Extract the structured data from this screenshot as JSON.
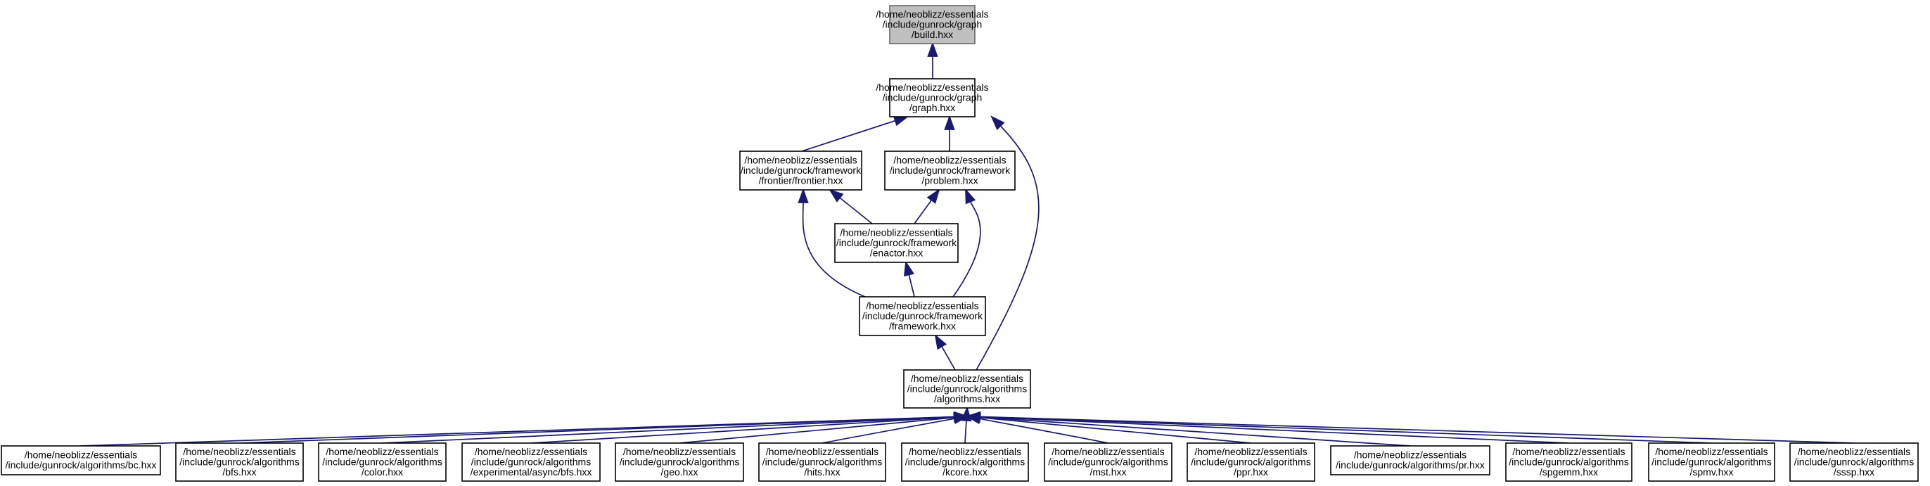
{
  "diagram": {
    "colors": {
      "edge": "#191970",
      "root_fill": "#bfbfbf",
      "node_fill": "#ffffff",
      "border": "#000000"
    },
    "nodes": [
      {
        "id": "build",
        "lines": [
          "/home/neoblizz/essentials",
          "/include/gunrock/graph",
          "/build.hxx"
        ],
        "highlight": true
      },
      {
        "id": "graph",
        "lines": [
          "/home/neoblizz/essentials",
          "/include/gunrock/graph",
          "/graph.hxx"
        ]
      },
      {
        "id": "frontier",
        "lines": [
          "/home/neoblizz/essentials",
          "/include/gunrock/framework",
          "/frontier/frontier.hxx"
        ]
      },
      {
        "id": "problem",
        "lines": [
          "/home/neoblizz/essentials",
          "/include/gunrock/framework",
          "/problem.hxx"
        ]
      },
      {
        "id": "enactor",
        "lines": [
          "/home/neoblizz/essentials",
          "/include/gunrock/framework",
          "/enactor.hxx"
        ]
      },
      {
        "id": "framework",
        "lines": [
          "/home/neoblizz/essentials",
          "/include/gunrock/framework",
          "/framework.hxx"
        ]
      },
      {
        "id": "algorithms",
        "lines": [
          "/home/neoblizz/essentials",
          "/include/gunrock/algorithms",
          "/algorithms.hxx"
        ]
      },
      {
        "id": "bc",
        "lines": [
          "/home/neoblizz/essentials",
          "/include/gunrock/algorithms/bc.hxx"
        ]
      },
      {
        "id": "bfs",
        "lines": [
          "/home/neoblizz/essentials",
          "/include/gunrock/algorithms",
          "/bfs.hxx"
        ]
      },
      {
        "id": "color",
        "lines": [
          "/home/neoblizz/essentials",
          "/include/gunrock/algorithms",
          "/color.hxx"
        ]
      },
      {
        "id": "async_bfs",
        "lines": [
          "/home/neoblizz/essentials",
          "/include/gunrock/algorithms",
          "/experimental/async/bfs.hxx"
        ]
      },
      {
        "id": "geo",
        "lines": [
          "/home/neoblizz/essentials",
          "/include/gunrock/algorithms",
          "/geo.hxx"
        ]
      },
      {
        "id": "hits",
        "lines": [
          "/home/neoblizz/essentials",
          "/include/gunrock/algorithms",
          "/hits.hxx"
        ]
      },
      {
        "id": "kcore",
        "lines": [
          "/home/neoblizz/essentials",
          "/include/gunrock/algorithms",
          "/kcore.hxx"
        ]
      },
      {
        "id": "mst",
        "lines": [
          "/home/neoblizz/essentials",
          "/include/gunrock/algorithms",
          "/mst.hxx"
        ]
      },
      {
        "id": "ppr",
        "lines": [
          "/home/neoblizz/essentials",
          "/include/gunrock/algorithms",
          "/ppr.hxx"
        ]
      },
      {
        "id": "pr",
        "lines": [
          "/home/neoblizz/essentials",
          "/include/gunrock/algorithms/pr.hxx"
        ]
      },
      {
        "id": "spgemm",
        "lines": [
          "/home/neoblizz/essentials",
          "/include/gunrock/algorithms",
          "/spgemm.hxx"
        ]
      },
      {
        "id": "spmv",
        "lines": [
          "/home/neoblizz/essentials",
          "/include/gunrock/algorithms",
          "/spmv.hxx"
        ]
      },
      {
        "id": "sssp",
        "lines": [
          "/home/neoblizz/essentials",
          "/include/gunrock/algorithms",
          "/sssp.hxx"
        ]
      }
    ],
    "edges": [
      {
        "from": "graph",
        "to": "build"
      },
      {
        "from": "frontier",
        "to": "graph"
      },
      {
        "from": "problem",
        "to": "graph"
      },
      {
        "from": "algorithms",
        "to": "graph"
      },
      {
        "from": "enactor",
        "to": "frontier"
      },
      {
        "from": "framework",
        "to": "frontier"
      },
      {
        "from": "enactor",
        "to": "problem"
      },
      {
        "from": "framework",
        "to": "problem"
      },
      {
        "from": "framework",
        "to": "enactor"
      },
      {
        "from": "algorithms",
        "to": "framework"
      },
      {
        "from": "bc",
        "to": "algorithms"
      },
      {
        "from": "bfs",
        "to": "algorithms"
      },
      {
        "from": "color",
        "to": "algorithms"
      },
      {
        "from": "async_bfs",
        "to": "algorithms"
      },
      {
        "from": "geo",
        "to": "algorithms"
      },
      {
        "from": "hits",
        "to": "algorithms"
      },
      {
        "from": "kcore",
        "to": "algorithms"
      },
      {
        "from": "mst",
        "to": "algorithms"
      },
      {
        "from": "ppr",
        "to": "algorithms"
      },
      {
        "from": "pr",
        "to": "algorithms"
      },
      {
        "from": "spgemm",
        "to": "algorithms"
      },
      {
        "from": "spmv",
        "to": "algorithms"
      },
      {
        "from": "sssp",
        "to": "algorithms"
      }
    ]
  }
}
